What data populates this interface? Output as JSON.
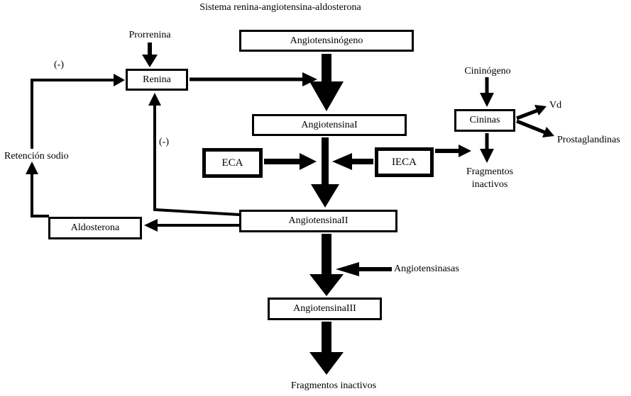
{
  "colors": {
    "ink": "#000000",
    "background": "#ffffff"
  },
  "title": "Sistema renina-angiotensina-aldosterona",
  "nodes": {
    "angiotensinogeno": "Angiotensinógeno",
    "renina": "Renina",
    "angiotensina_i": "AngiotensinaI",
    "eca": "ECA",
    "ieca": "IECA",
    "angiotensina_ii": "AngiotensinaII",
    "aldosterona": "Aldosterona",
    "cininas": "Cininas",
    "angiotensina_iii": "AngiotensinaIII"
  },
  "labels": {
    "prorrenina": "Prorrenina",
    "feedback_negative_left": "(-)",
    "feedback_negative_mid": "(-)",
    "retencion_sodio": "Retención sodio",
    "cininogeno": "Cininógeno",
    "vd": "Vd",
    "prostaglandinas": "Prostaglandinas",
    "fragmentos_inactivos_cininas": "Fragmentos inactivos",
    "angiotensinasas": "Angiotensinasas",
    "fragmentos_inactivos_final": "Fragmentos inactivos"
  }
}
